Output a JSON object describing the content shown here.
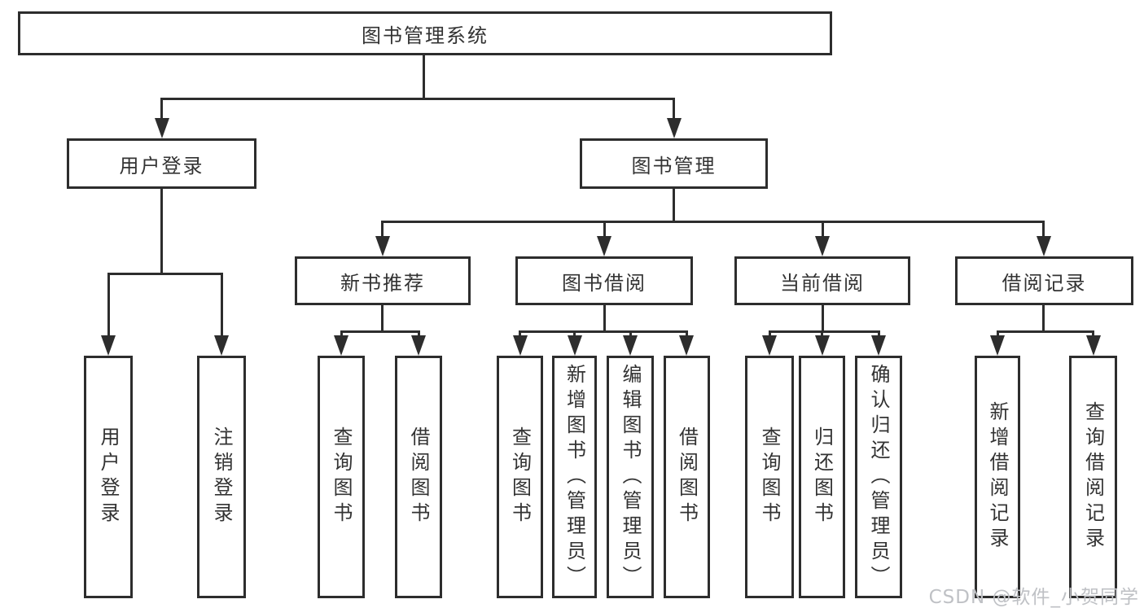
{
  "title": "图书管理系统",
  "tree": {
    "root": {
      "label": "图书管理系统"
    },
    "branches": [
      {
        "label": "用户登录",
        "children": [
          {
            "label": "用户登录"
          },
          {
            "label": "注销登录"
          }
        ]
      },
      {
        "label": "图书管理",
        "children": [
          {
            "label": "新书推荐",
            "children": [
              {
                "label": "查询图书"
              },
              {
                "label": "借阅图书"
              }
            ]
          },
          {
            "label": "图书借阅",
            "children": [
              {
                "label": "查询图书"
              },
              {
                "label": "新增图书（管理员）"
              },
              {
                "label": "编辑图书（管理员）"
              },
              {
                "label": "借阅图书"
              }
            ]
          },
          {
            "label": "当前借阅",
            "children": [
              {
                "label": "查询图书"
              },
              {
                "label": "归还图书"
              },
              {
                "label": "确认归还（管理员）"
              }
            ]
          },
          {
            "label": "借阅记录",
            "children": [
              {
                "label": "新增借阅记录"
              },
              {
                "label": "查询借阅记录"
              }
            ]
          }
        ]
      }
    ]
  },
  "watermark": {
    "text": "CSDN @软件_小贺同学"
  },
  "colors": {
    "background": "#ffffff",
    "line": "#2d2d2d",
    "text": "#333333",
    "watermark": "#bfc1c5"
  }
}
